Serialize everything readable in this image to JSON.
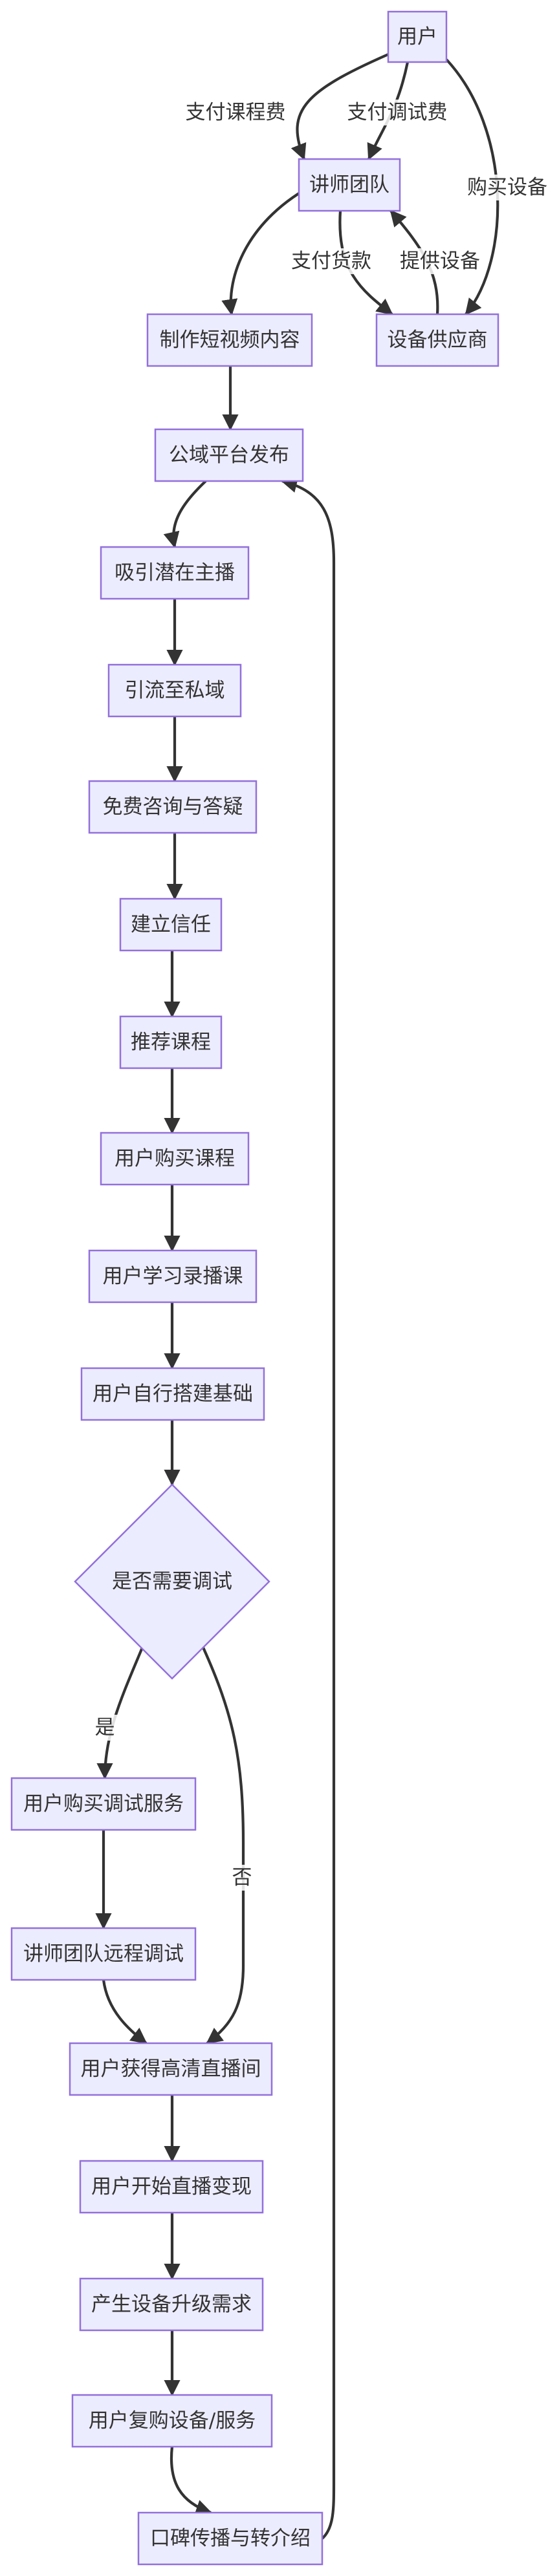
{
  "nodes": [
    {
      "id": "user",
      "label": "用户"
    },
    {
      "id": "team",
      "label": "讲师团队"
    },
    {
      "id": "supplier",
      "label": "设备供应商"
    },
    {
      "id": "video",
      "label": "制作短视频内容"
    },
    {
      "id": "publish",
      "label": "公域平台发布"
    },
    {
      "id": "attract",
      "label": "吸引潜在主播"
    },
    {
      "id": "private",
      "label": "引流至私域"
    },
    {
      "id": "consult",
      "label": "免费咨询与答疑"
    },
    {
      "id": "trust",
      "label": "建立信任"
    },
    {
      "id": "recommend",
      "label": "推荐课程"
    },
    {
      "id": "buy_course",
      "label": "用户购买课程"
    },
    {
      "id": "learn",
      "label": "用户学习录播课"
    },
    {
      "id": "setup",
      "label": "用户自行搭建基础"
    },
    {
      "id": "decision",
      "label": "是否需要调试"
    },
    {
      "id": "buy_debug",
      "label": "用户购买调试服务"
    },
    {
      "id": "remote",
      "label": "讲师团队远程调试"
    },
    {
      "id": "hd",
      "label": "用户获得高清直播间"
    },
    {
      "id": "monetize",
      "label": "用户开始直播变现"
    },
    {
      "id": "upgrade",
      "label": "产生设备升级需求"
    },
    {
      "id": "rebuy",
      "label": "用户复购设备/服务"
    },
    {
      "id": "referral",
      "label": "口碑传播与转介绍"
    }
  ],
  "edges": [
    {
      "from": "user",
      "to": "team",
      "label": "支付课程费"
    },
    {
      "from": "user",
      "to": "team",
      "label": "支付调试费"
    },
    {
      "from": "user",
      "to": "supplier",
      "label": "购买设备"
    },
    {
      "from": "team",
      "to": "supplier",
      "label": "支付货款"
    },
    {
      "from": "supplier",
      "to": "team",
      "label": "提供设备"
    },
    {
      "from": "team",
      "to": "video",
      "label": ""
    },
    {
      "from": "video",
      "to": "publish",
      "label": ""
    },
    {
      "from": "publish",
      "to": "attract",
      "label": ""
    },
    {
      "from": "attract",
      "to": "private",
      "label": ""
    },
    {
      "from": "private",
      "to": "consult",
      "label": ""
    },
    {
      "from": "consult",
      "to": "trust",
      "label": ""
    },
    {
      "from": "trust",
      "to": "recommend",
      "label": ""
    },
    {
      "from": "recommend",
      "to": "buy_course",
      "label": ""
    },
    {
      "from": "buy_course",
      "to": "learn",
      "label": ""
    },
    {
      "from": "learn",
      "to": "setup",
      "label": ""
    },
    {
      "from": "setup",
      "to": "decision",
      "label": ""
    },
    {
      "from": "decision",
      "to": "buy_debug",
      "label": "是"
    },
    {
      "from": "decision",
      "to": "hd",
      "label": "否"
    },
    {
      "from": "buy_debug",
      "to": "remote",
      "label": ""
    },
    {
      "from": "remote",
      "to": "hd",
      "label": ""
    },
    {
      "from": "hd",
      "to": "monetize",
      "label": ""
    },
    {
      "from": "monetize",
      "to": "upgrade",
      "label": ""
    },
    {
      "from": "upgrade",
      "to": "rebuy",
      "label": ""
    },
    {
      "from": "rebuy",
      "to": "referral",
      "label": ""
    },
    {
      "from": "referral",
      "to": "publish",
      "label": ""
    }
  ]
}
